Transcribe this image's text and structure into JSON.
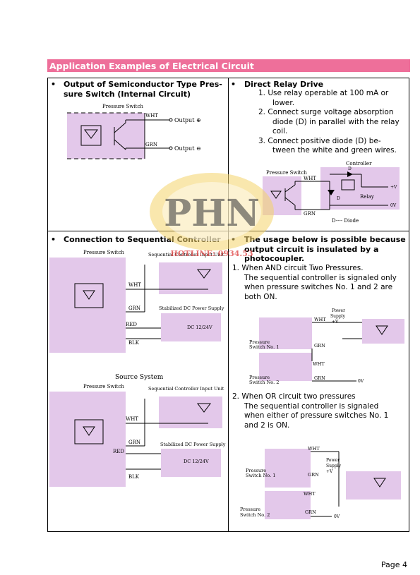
{
  "section_title": "Application Examples of Electrical Circuit",
  "cell1": {
    "title_line1": "Output of Semiconductor Type Pres-",
    "title_line2": "sure Switch (Internal Circuit)",
    "diagram": {
      "label": "Pressure Switch",
      "wht": "WHT",
      "grn": "GRN",
      "out_plus": "Output ⊕",
      "out_minus": "Output ⊖"
    }
  },
  "cell2": {
    "title": "Direct Relay Drive",
    "items": [
      {
        "num": "1.",
        "line1": "Use relay operable at 100 mA or",
        "line2": "lower."
      },
      {
        "num": "2.",
        "line1": "Connect surge voltage absorption",
        "line2": "diode (D) in parallel with the relay",
        "line3": "coil."
      },
      {
        "num": "3.",
        "line1": "Connect positive diode (D) be-",
        "line2": "tween the white and green wires."
      }
    ],
    "diagram": {
      "controller": "Controller",
      "pressure_switch": "Pressure Switch",
      "wht": "WHT",
      "grn": "GRN",
      "d": "D",
      "plus_v": "+V",
      "relay": "Relay",
      "zero_v": "0V",
      "legend": "D---- Diode"
    }
  },
  "cell3": {
    "title": "Connection to Sequential Controller",
    "diagram1": {
      "pressure_switch": "Pressure Switch",
      "seq_unit": "Sequential Controller Input Unit",
      "wht": "WHT",
      "grn": "GRN",
      "red": "RED",
      "blk": "BLK",
      "psu": "Stabilized DC Power Supply",
      "dc": "DC 12/24V"
    },
    "source_label": "Source System",
    "diagram2": {
      "pressure_switch": "Pressure Switch",
      "seq_unit": "Sequential Controller Input Unit",
      "wht": "WHT",
      "grn": "GRN",
      "red": "RED",
      "blk": "BLK",
      "psu": "Stabilized DC Power Supply",
      "dc": "DC 12/24V"
    }
  },
  "cell4": {
    "title_line1": "The usage below is possible because",
    "title_line2": "output circuit is insulated by a",
    "title_line3": "photocoupler.",
    "item1": {
      "num": "1.",
      "line1": "When AND circuit Two Pressures.",
      "line2": "The sequential controller is signaled only",
      "line3": "when pressure switches No. 1 and 2 are",
      "line4": "both ON."
    },
    "diagram_and": {
      "wht": "WHT",
      "grn": "GRN",
      "psu1": "Power",
      "psu2": "Supply",
      "plus_v": "+V",
      "zero_v": "0V",
      "sw1a": "Pressure",
      "sw1b": "Switch No. 1",
      "sw2a": "Pressure",
      "sw2b": "Switch No. 2"
    },
    "item2": {
      "num": "2.",
      "line1": "When OR circuit two pressures",
      "line2": "The sequential controller is signaled",
      "line3": "when either of pressure switches No. 1",
      "line4": "and 2 is ON."
    },
    "diagram_or": {
      "wht": "WHT",
      "grn": "GRN",
      "psu1": "Power",
      "psu2": "Supply",
      "plus_v": "+V",
      "zero_v": "0V",
      "sw1a": "Pressure",
      "sw1b": "Switch No. 1",
      "sw2a": "Pressure",
      "sw2b": "Switch No. 2"
    }
  },
  "watermark": {
    "text": "PHN",
    "hotline": "HOTLINE: 0934.53"
  },
  "page_number": "Page 4"
}
